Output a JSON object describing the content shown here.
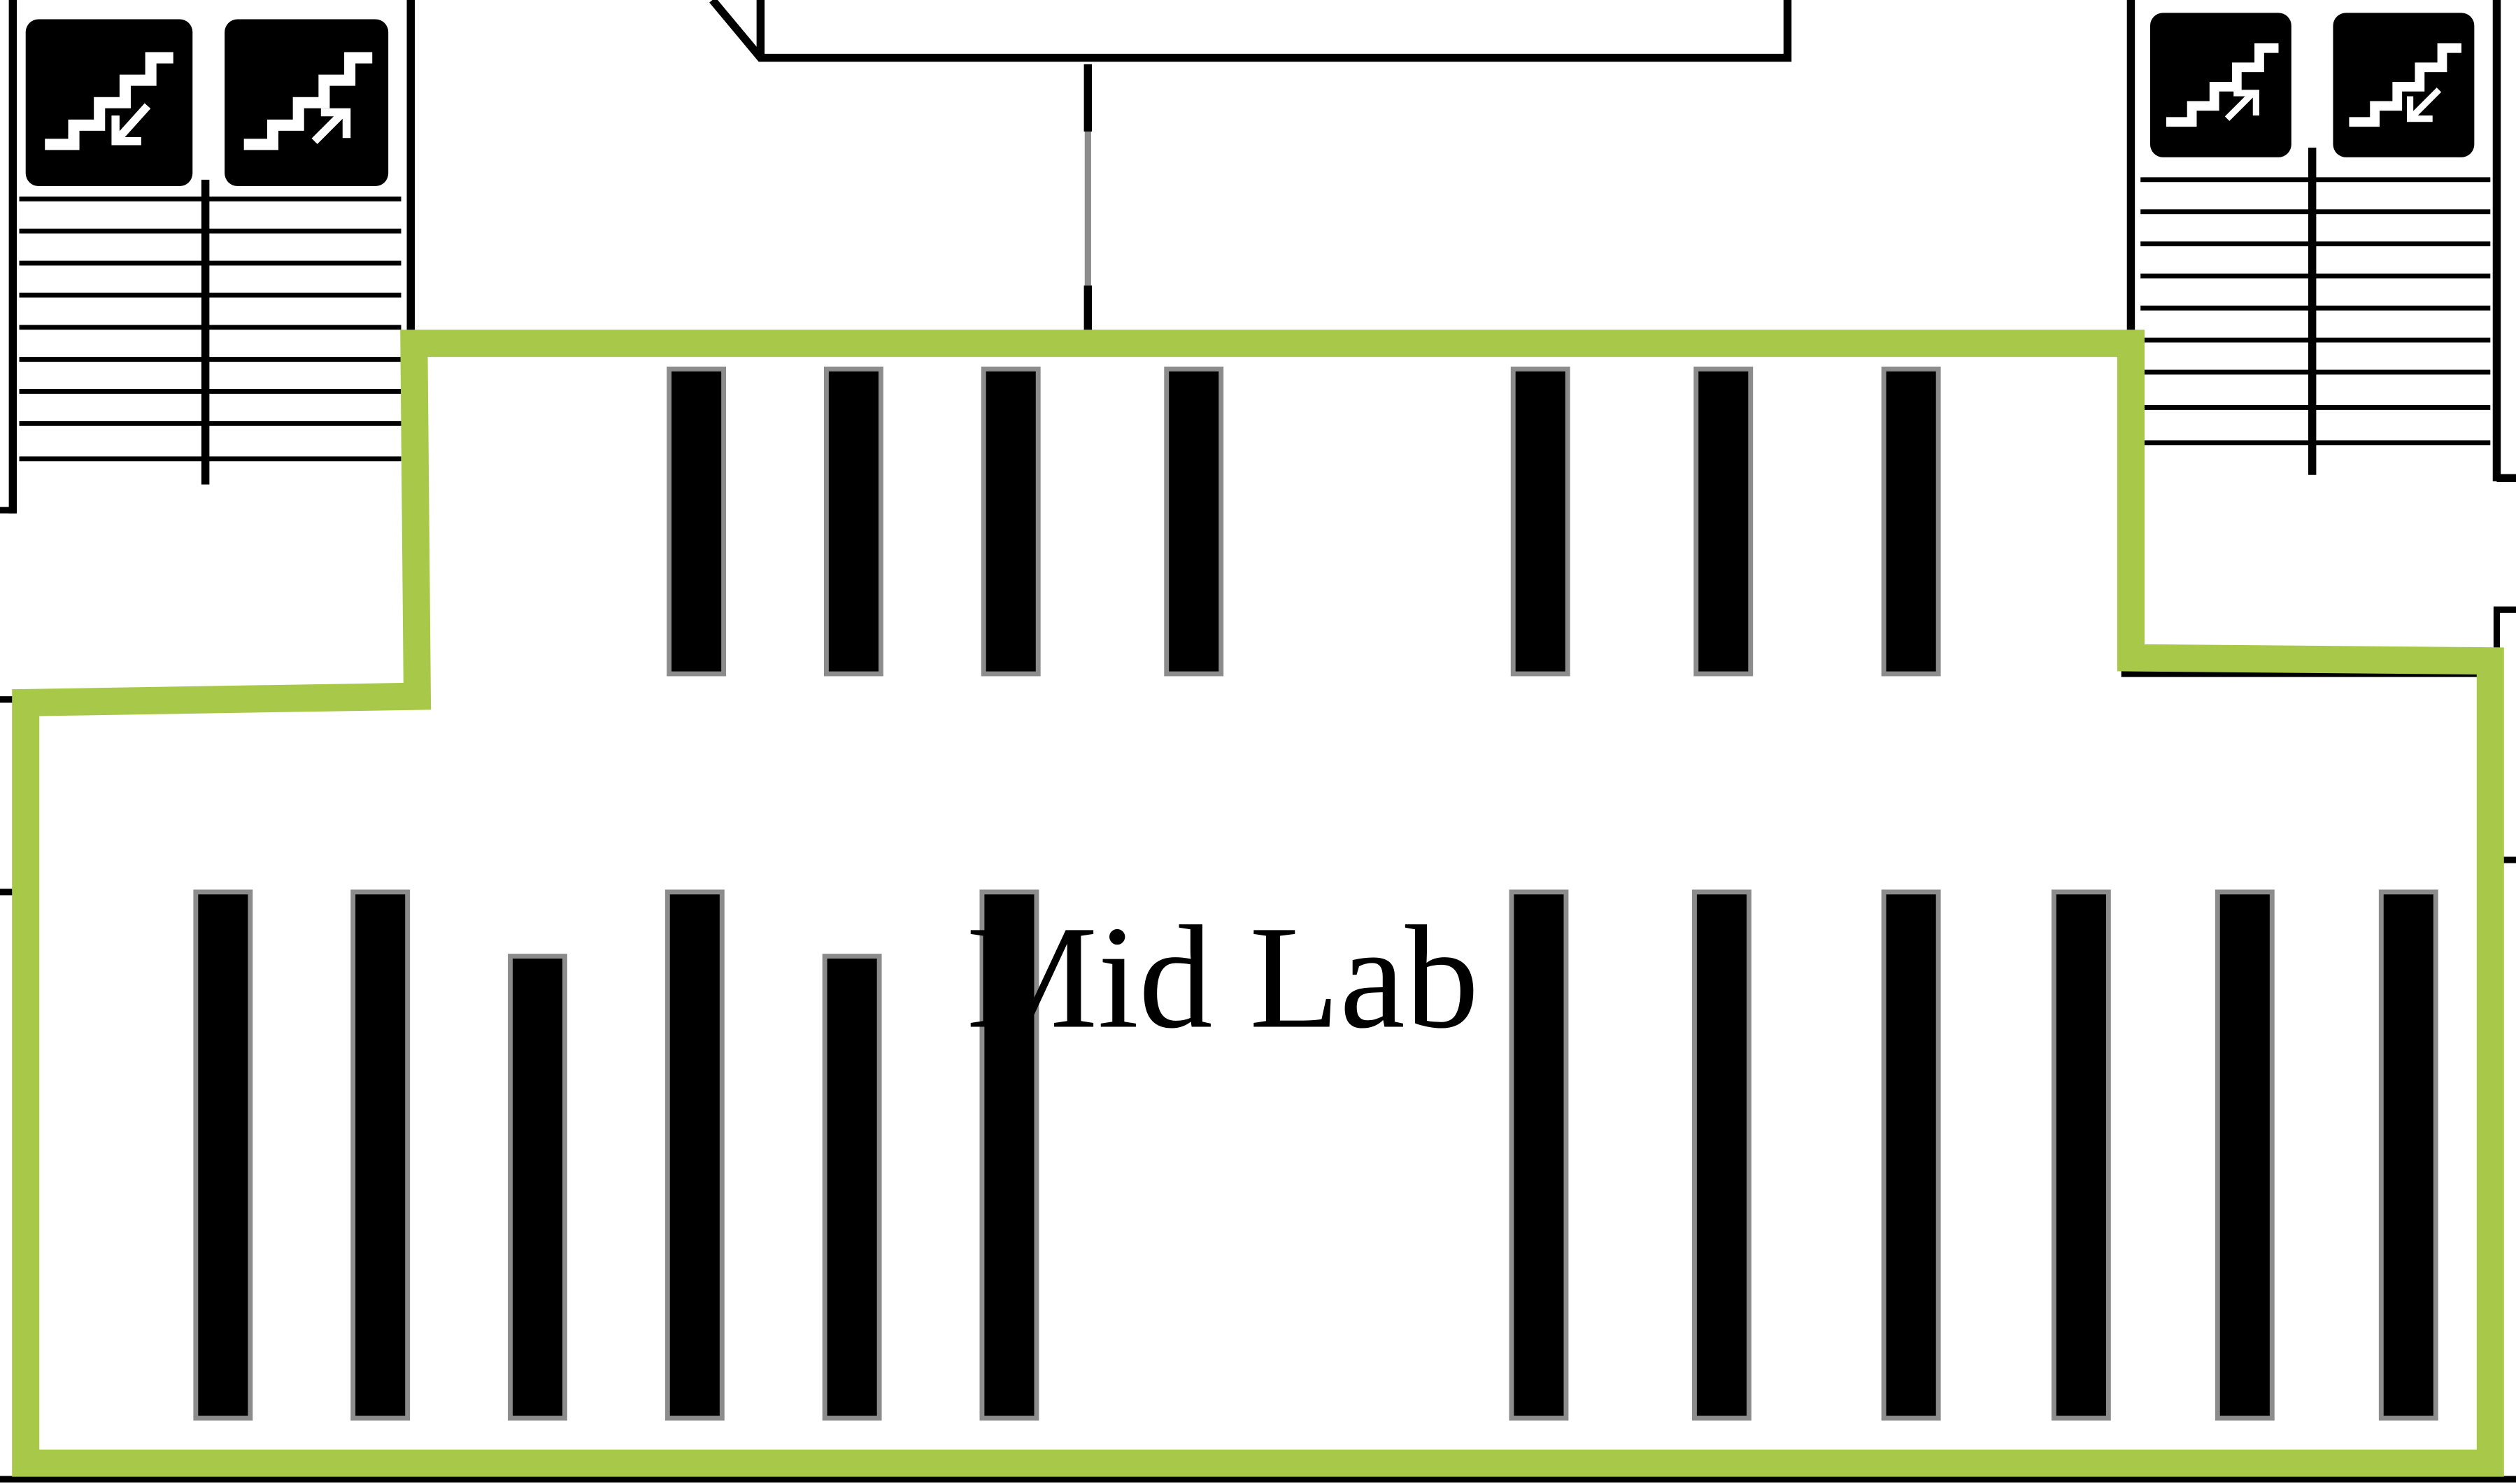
{
  "floor_plan": {
    "area": {
      "label": "Mid Lab",
      "highlight_color": "#a8c84a"
    },
    "stairwells": [
      {
        "id": "left",
        "icons": [
          "stairs-down-icon",
          "stairs-up-icon"
        ]
      },
      {
        "id": "right",
        "icons": [
          "stairs-up-icon",
          "stairs-down-icon"
        ]
      }
    ],
    "shelving": {
      "upper_row_count": 7,
      "lower_row_count": 12,
      "shelf_fill": "#000000",
      "shelf_edge": "#8c8c8c"
    }
  }
}
